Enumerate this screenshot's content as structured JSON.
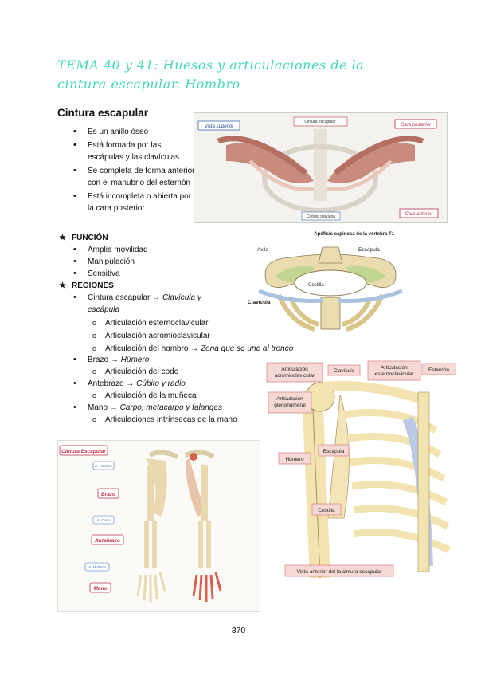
{
  "title": "TEMA 40 y 41: Huesos y articulaciones de la cintura escapular. Hombro",
  "section_heading": "Cintura escapular",
  "intro_bullets": [
    "Es un anillo óseo",
    "Está formada por las escápulas y las clavículas",
    "Se completa de forma anterior con el manubrio del esternón",
    "Está incompleta o abierta por la cara posterior"
  ],
  "funcion": {
    "label": "FUNCIÓN",
    "items": [
      "Amplia movilidad",
      "Manipulación",
      "Sensitiva"
    ]
  },
  "regiones": {
    "label": "REGIONES",
    "items": [
      {
        "text": "Cintura escapular → ",
        "italic": "Clavícula y escápula",
        "sub": [
          "Articulación esternoclavicular",
          "Articulación acromioclavicular"
        ],
        "sub_extra": {
          "text": "Articulación del hombro → ",
          "italic": "Zona que se une al tronco"
        }
      },
      {
        "text": "Brazo → ",
        "italic": "Húmero",
        "sub": [
          "Articulación del codo"
        ]
      },
      {
        "text": "Antebrazo → ",
        "italic": "Cúbito y radio",
        "sub": [
          "Articulación de la muñeca"
        ]
      },
      {
        "text": "Mano → ",
        "italic": "Carpo, metacarpo y falanges",
        "sub": [
          "Articulaciones intrínsecas de la mano"
        ]
      }
    ]
  },
  "fig1": {
    "tags": [
      "Vista superior",
      "Cara posterior",
      "Cara anterior"
    ],
    "labels": [
      "Cintura escapular",
      "Cintura pelviana"
    ]
  },
  "fig2": {
    "labels": [
      "Apófisis espinosa de la vértebra T1",
      "Axila",
      "Escápula",
      "Costilla I",
      "Clavícula"
    ]
  },
  "fig3": {
    "labels": [
      "Articulación acromioclavicular",
      "Clavícula",
      "Articulación esternoclavicular",
      "Esternón",
      "Articulación glenohumeral",
      "Escápula",
      "Húmero",
      "Costilla",
      "Vista anterior del la cintura escapular"
    ]
  },
  "fig4": {
    "tags": [
      "Cintura Escapular",
      "A. Hombro",
      "Brazo",
      "A. Codo",
      "Antebrazo",
      "A. Muñeca",
      "Mano"
    ]
  },
  "page_number": "370",
  "colors": {
    "title": "#45d6b8",
    "tag_red": "#c0304a",
    "bone": "#f0e2b6",
    "cartilage": "#b9c9e6"
  }
}
